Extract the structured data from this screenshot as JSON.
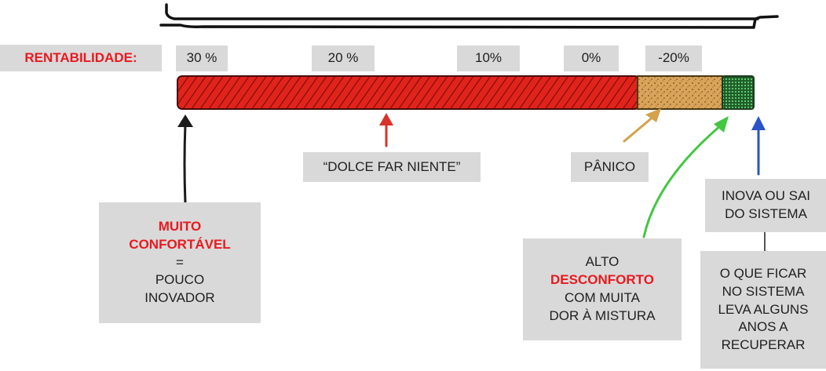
{
  "title_label": "RENTABILIDADE:",
  "scale": [
    "30 %",
    "20 %",
    "10%",
    "0%",
    "-20%"
  ],
  "labels": {
    "dolce": "“DOLCE FAR NIENTE”",
    "panico": "PÂNICO",
    "inova": [
      "INOVA OU SAI",
      "DO SISTEMA"
    ],
    "fica": [
      "O QUE FICAR",
      "NO SISTEMA",
      "LEVA ALGUNS",
      "ANOS A",
      "RECUPERAR"
    ],
    "muito": {
      "highlight": [
        "MUITO",
        "CONFORTÁVEL"
      ],
      "eq": "=",
      "rest": [
        "POUCO",
        "INOVADOR"
      ]
    },
    "alto": {
      "pre": "ALTO",
      "highlight": "DESCONFORTO",
      "rest": [
        "COM MUITA",
        "DOR À MISTURA"
      ]
    }
  },
  "colors": {
    "red": "#e8191f",
    "bar_red": "#e0241c",
    "bar_sand": "#d9a45a",
    "bar_green": "#2e8b3e",
    "arrow_black": "#1b1b1b",
    "arrow_red": "#d8322a",
    "arrow_gold": "#d2a24c",
    "arrow_green": "#43c642",
    "arrow_blue": "#2a52c9"
  }
}
